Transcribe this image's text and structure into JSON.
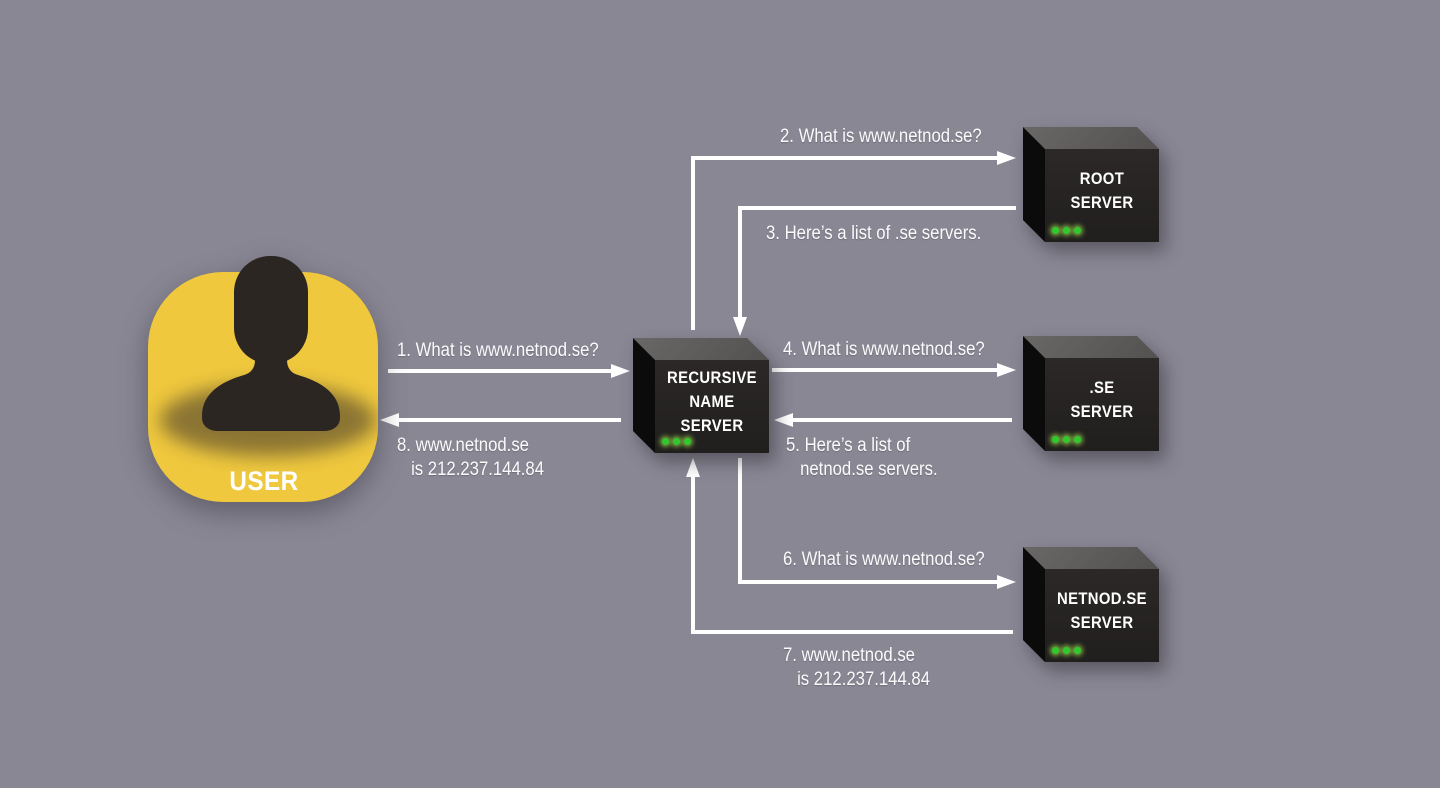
{
  "colors": {
    "background": "#898794",
    "arrow": "#ffffff",
    "user_blob_yellow": "#efc83e",
    "silhouette": "#2b2622",
    "led_green": "#2fc92f",
    "box_front": "#242120",
    "box_top": "#5b5957"
  },
  "user": {
    "label": "USER"
  },
  "servers": {
    "recursive": {
      "lines": [
        "RECURSIVE",
        "NAME",
        "SERVER"
      ]
    },
    "root": {
      "lines": [
        "ROOT",
        "SERVER"
      ]
    },
    "se": {
      "lines": [
        ".SE",
        "SERVER"
      ]
    },
    "netnod": {
      "lines": [
        "NETNOD.SE",
        "SERVER"
      ]
    }
  },
  "messages": [
    {
      "step": 1,
      "from": "user",
      "to": "recursive-name-server",
      "line1": "1. What is www.netnod.se?"
    },
    {
      "step": 2,
      "from": "recursive-name-server",
      "to": "root-server",
      "line1": "2. What is www.netnod.se?"
    },
    {
      "step": 3,
      "from": "root-server",
      "to": "recursive-name-server",
      "line1": "3. Here’s a list of .se servers."
    },
    {
      "step": 4,
      "from": "recursive-name-server",
      "to": "se-server",
      "line1": "4. What is www.netnod.se?"
    },
    {
      "step": 5,
      "from": "se-server",
      "to": "recursive-name-server",
      "line1": "5. Here’s a list of",
      "line2": "netnod.se servers."
    },
    {
      "step": 6,
      "from": "recursive-name-server",
      "to": "netnod-se-server",
      "line1": "6. What is www.netnod.se?"
    },
    {
      "step": 7,
      "from": "netnod-se-server",
      "to": "recursive-name-server",
      "line1": "7. www.netnod.se",
      "line2": "is 212.237.144.84"
    },
    {
      "step": 8,
      "from": "recursive-name-server",
      "to": "user",
      "line1": "8. www.netnod.se",
      "line2": "is 212.237.144.84"
    }
  ]
}
